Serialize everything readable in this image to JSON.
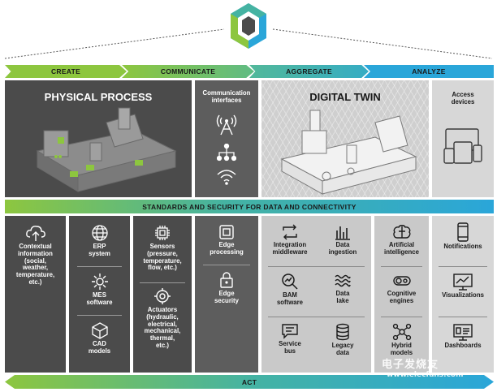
{
  "colors": {
    "green": "#8dc63f",
    "teal": "#45b3a2",
    "blue": "#2aa6d9",
    "dark_panel": "#4b4b4b",
    "light_panel": "#c9c9c9"
  },
  "logo": {
    "icon": "cube-logo-icon"
  },
  "phases": {
    "create": "CREATE",
    "communicate": "COMMUNICATE",
    "aggregate": "AGGREGATE",
    "analyze": "ANALYZE"
  },
  "top": {
    "physical_process": "PHYSICAL PROCESS",
    "communication_interfaces": "Communication\ninterfaces",
    "digital_twin": "DIGITAL TWIN",
    "access_devices": "Access\ndevices"
  },
  "standards_bar": "STANDARDS AND SECURITY FOR DATA AND CONNECTIVITY",
  "act_bar": "ACT",
  "bottom": {
    "contextual": "Contextual\ninformation\n(social,\nweather,\ntemperature,\netc.)",
    "erp": "ERP\nsystem",
    "mes": "MES\nsoftware",
    "cad": "CAD\nmodels",
    "sensors": "Sensors\n(pressure,\ntemperature,\nflow, etc.)",
    "actuators": "Actuators\n(hydraulic,\nelectrical,\nmechanical,\nthermal,\netc.)",
    "edge_processing": "Edge\nprocessing",
    "edge_security": "Edge\nsecurity",
    "integration": "Integration\nmiddleware",
    "data_ingestion": "Data\ningestion",
    "bam": "BAM\nsoftware",
    "data_lake": "Data\nlake",
    "service_bus": "Service\nbus",
    "legacy": "Legacy\ndata",
    "ai": "Artificial\nintelligence",
    "cognitive": "Cognitive\nengines",
    "hybrid": "Hybrid\nmodels",
    "notifications": "Notifications",
    "visualizations": "Visualizations",
    "dashboards": "Dashboards"
  },
  "watermark": {
    "big": "电子发烧友",
    "url": "www.elecfans.com"
  }
}
